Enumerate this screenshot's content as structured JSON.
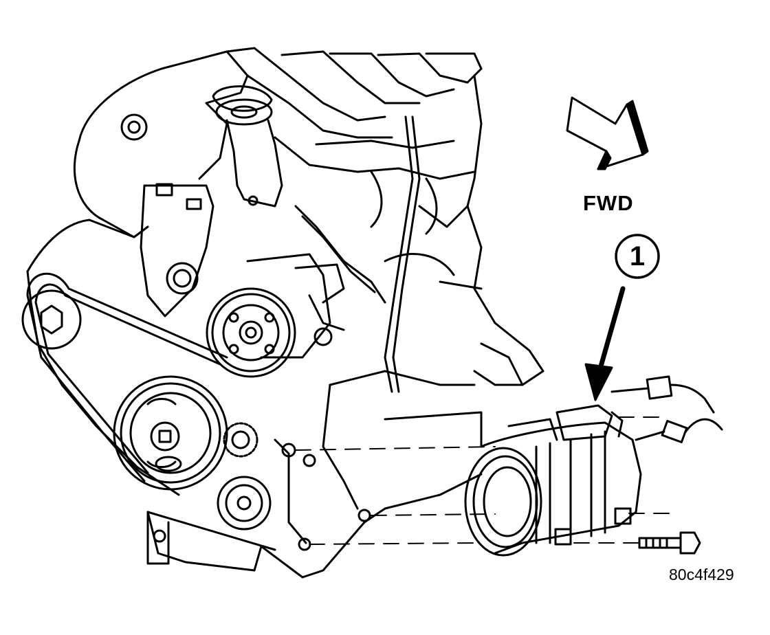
{
  "labels": {
    "direction": "FWD",
    "callout": "1",
    "figure_id": "80c4f429"
  },
  "colors": {
    "line": "#000000",
    "background": "#ffffff"
  }
}
